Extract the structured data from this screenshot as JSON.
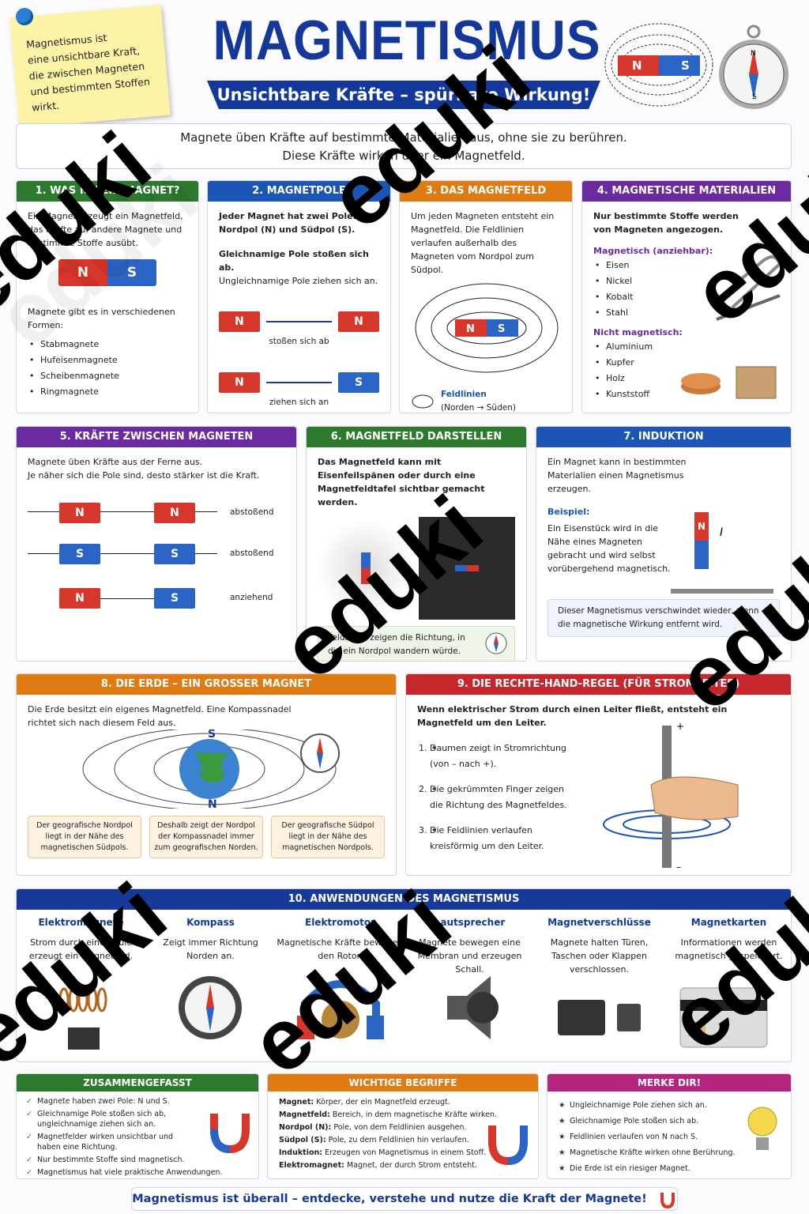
{
  "note": [
    "Magnetismus ist",
    "eine unsichtbare Kraft,",
    "die zwischen Magneten",
    "und bestimmten Stoffen",
    "wirkt."
  ],
  "title": "MAGNETISMUS",
  "subtitle": "Unsichtbare Kräfte – spürbare Wirkung!",
  "intro": [
    "Magnete üben Kräfte auf bestimmte Materialien aus, ohne sie zu berühren.",
    "Diese Kräfte wirken über ein Magnetfeld."
  ],
  "labels": {
    "n": "N",
    "s": "S",
    "plus": "+",
    "minus": "–",
    "current": "I"
  },
  "s1": {
    "title": "1. WAS IST EIN MAGNET?",
    "text": "Ein Magnet erzeugt ein Magnetfeld, das Kräfte auf andere Magnete und bestimmte Stoffe ausübt.",
    "forms_intro": "Magnete gibt es in verschiedenen Formen:",
    "forms": [
      "Stabmagnete",
      "Hufeisenmagnete",
      "Scheibenmagnete",
      "Ringmagnete"
    ]
  },
  "s2": {
    "title": "2. MAGNETPOLE",
    "p1": "Jeder Magnet hat zwei Pole: Nordpol (N) und Südpol (S).",
    "p2a": "Gleichnamige Pole stoßen sich ab.",
    "p2b": "Ungleichnamige Pole ziehen sich an.",
    "cap1": "stoßen sich ab",
    "cap2": "ziehen sich an"
  },
  "s3": {
    "title": "3. DAS MAGNETFELD",
    "text": "Um jeden Magneten entsteht ein Magnetfeld. Die Feldlinien verlaufen außerhalb des Magneten vom Nordpol zum Südpol.",
    "legend1": "Feldlinien",
    "legend2": "(Norden → Süden)"
  },
  "s4": {
    "title": "4. MAGNETISCHE MATERIALIEN",
    "intro": "Nur bestimmte Stoffe werden von Magneten angezogen.",
    "yes_head": "Magnetisch (anziehbar):",
    "yes": [
      "Eisen",
      "Nickel",
      "Kobalt",
      "Stahl"
    ],
    "no_head": "Nicht magnetisch:",
    "no": [
      "Aluminium",
      "Kupfer",
      "Holz",
      "Kunststoff"
    ]
  },
  "s5": {
    "title": "5. KRÄFTE ZWISCHEN MAGNETEN",
    "text1": "Magnete üben Kräfte aus der Ferne aus.",
    "text2": "Je näher sich die Pole sind, desto stärker ist die Kraft.",
    "rows": [
      "abstoßend",
      "abstoßend",
      "anziehend"
    ]
  },
  "s6": {
    "title": "6. MAGNETFELD DARSTELLEN",
    "text": "Das Magnetfeld kann mit Eisenfeilspänen oder durch eine Magnetfeldtafel sichtbar gemacht werden.",
    "note": "Feldlinien zeigen die Richtung, in die ein Nordpol wandern würde."
  },
  "s7": {
    "title": "7. INDUKTION",
    "text": "Ein Magnet kann in bestimmten Materialien einen Magnetismus erzeugen.",
    "ex_head": "Beispiel:",
    "ex": "Ein Eisenstück wird in die Nähe eines Magneten gebracht und wird selbst vorübergehend magnetisch.",
    "note": "Dieser Magnetismus verschwindet wieder, wenn die magnetische Wirkung entfernt wird."
  },
  "s8": {
    "title": "8. DIE ERDE – EIN GROSSER MAGNET",
    "text": "Die Erde besitzt ein eigenes Magnetfeld. Eine Kompassnadel richtet sich nach diesem Feld aus.",
    "b1": "Der geografische Nordpol liegt in der Nähe des magnetischen Südpols.",
    "b2": "Deshalb zeigt der Nordpol der Kompassnadel immer zum geografischen Norden.",
    "b3": "Der geografische Südpol liegt in der Nähe des magnetischen Nordpols."
  },
  "s9": {
    "title": "9. DIE RECHTE-HAND-REGEL (FÜR STROMLEITER)",
    "intro": "Wenn elektrischer Strom durch einen Leiter fließt, entsteht ein Magnetfeld um den Leiter.",
    "steps": [
      "Daumen zeigt in Stromrichtung (von – nach +).",
      "Die gekrümmten Finger zeigen die Richtung des Magnetfeldes.",
      "Die Feldlinien verlaufen kreisförmig um den Leiter."
    ]
  },
  "s10": {
    "title": "10. ANWENDUNGEN DES MAGNETISMUS",
    "items": [
      {
        "name": "Elektromagnete",
        "text": "Strom durch eine Spule erzeugt ein Magnetfeld."
      },
      {
        "name": "Kompass",
        "text": "Zeigt immer Richtung Norden an."
      },
      {
        "name": "Elektromotor",
        "text": "Magnetische Kräfte bewegen den Rotor."
      },
      {
        "name": "Lautsprecher",
        "text": "Magnete bewegen eine Membran und erzeugen Schall."
      },
      {
        "name": "Magnetverschlüsse",
        "text": "Magnete halten Türen, Taschen oder Klappen verschlossen."
      },
      {
        "name": "Magnetkarten",
        "text": "Informationen werden magnetisch gespeichert."
      }
    ]
  },
  "sum": {
    "title": "ZUSAMMENGEFASST",
    "items": [
      "Magnete haben zwei Pole: N und S.",
      "Gleichnamige Pole stoßen sich ab, ungleichnamige ziehen sich an.",
      "Magnetfelder wirken unsichtbar und haben eine Richtung.",
      "Nur bestimmte Stoffe sind magnetisch.",
      "Magnetismus hat viele praktische Anwendungen."
    ]
  },
  "terms": {
    "title": "WICHTIGE BEGRIFFE",
    "items": [
      {
        "t": "Magnet:",
        "d": "Körper, der ein Magnetfeld erzeugt."
      },
      {
        "t": "Magnetfeld:",
        "d": "Bereich, in dem magnetische Kräfte wirken."
      },
      {
        "t": "Nordpol (N):",
        "d": "Pole, von dem Feldlinien ausgehen."
      },
      {
        "t": "Südpol (S):",
        "d": "Pole, zu dem Feldlinien hin verlaufen."
      },
      {
        "t": "Induktion:",
        "d": "Erzeugen von Magnetismus in einem Stoff."
      },
      {
        "t": "Elektromagnet:",
        "d": "Magnet, der durch Strom entsteht."
      }
    ]
  },
  "merke": {
    "title": "MERKE DIR!",
    "items": [
      "Ungleichnamige Pole ziehen sich an.",
      "Gleichnamige Pole stoßen sich ab.",
      "Feldlinien verlaufen von N nach S.",
      "Magnetische Kräfte wirken ohne Berührung.",
      "Die Erde ist ein riesiger Magnet."
    ]
  },
  "footer": "Magnetismus ist überall – entdecke, verstehe und nutze die Kraft der Magnete!",
  "watermark": "eduki"
}
